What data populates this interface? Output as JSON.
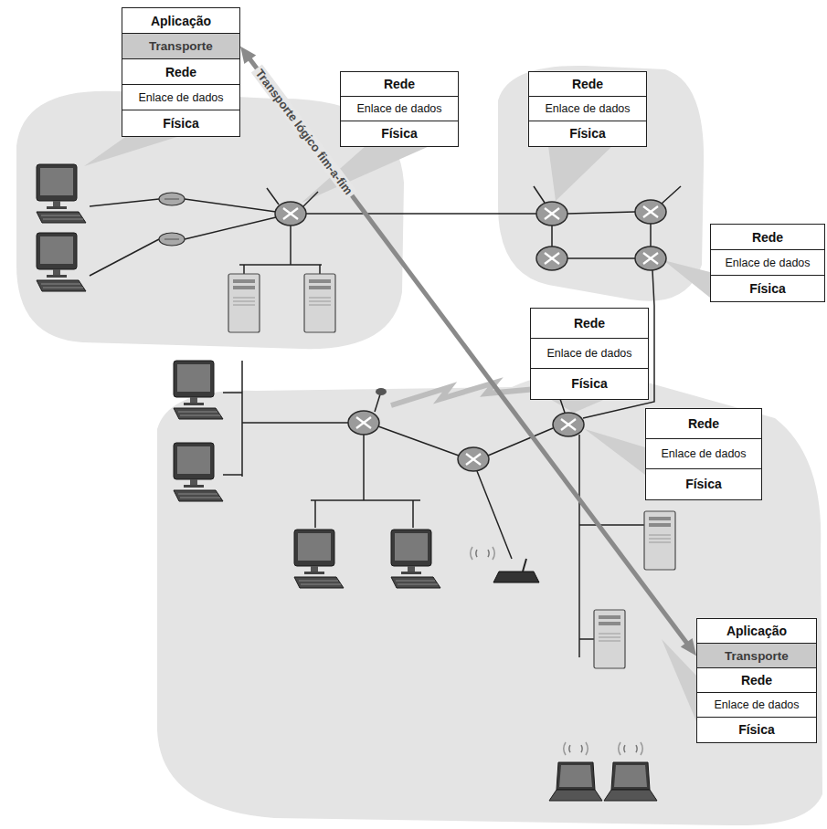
{
  "diagram": {
    "nodes": [
      {
        "text": [
          "Aplicação"
        ]
      },
      {
        "text": [
          "Transporte"
        ]
      },
      {
        "text": [
          "Rede"
        ]
      },
      {
        "text": [
          "Enlace de dados"
        ]
      },
      {
        "text": [
          "Física"
        ]
      },
      {
        "text": [
          "Rede"
        ]
      },
      {
        "text": [
          "Enlace de dados"
        ]
      },
      {
        "text": [
          "Física"
        ]
      },
      {
        "text": [
          "Rede"
        ]
      },
      {
        "text": [
          "Enlace de dados"
        ]
      },
      {
        "text": [
          "Física"
        ]
      },
      {
        "text": [
          "Rede"
        ]
      },
      {
        "text": [
          "Enlace de dados"
        ]
      },
      {
        "text": [
          "Física"
        ]
      },
      {
        "text": [
          "Rede"
        ]
      },
      {
        "text": [
          "Enlace de dados"
        ]
      },
      {
        "text": [
          "Física"
        ]
      },
      {
        "text": [
          "Rede"
        ]
      },
      {
        "text": [
          "Enlace de dados"
        ]
      },
      {
        "text": [
          "Física"
        ]
      },
      {
        "text": [
          "Aplicação"
        ]
      },
      {
        "text": [
          "Transporte"
        ]
      },
      {
        "text": [
          "Rede"
        ]
      },
      {
        "text": [
          "Enlace de dados"
        ]
      },
      {
        "text": [
          "Física"
        ]
      }
    ],
    "edges": [
      {
        "from": 1,
        "to": 21,
        "label": "Transporte lógico fim-a-fim",
        "arrow": "both"
      }
    ]
  }
}
